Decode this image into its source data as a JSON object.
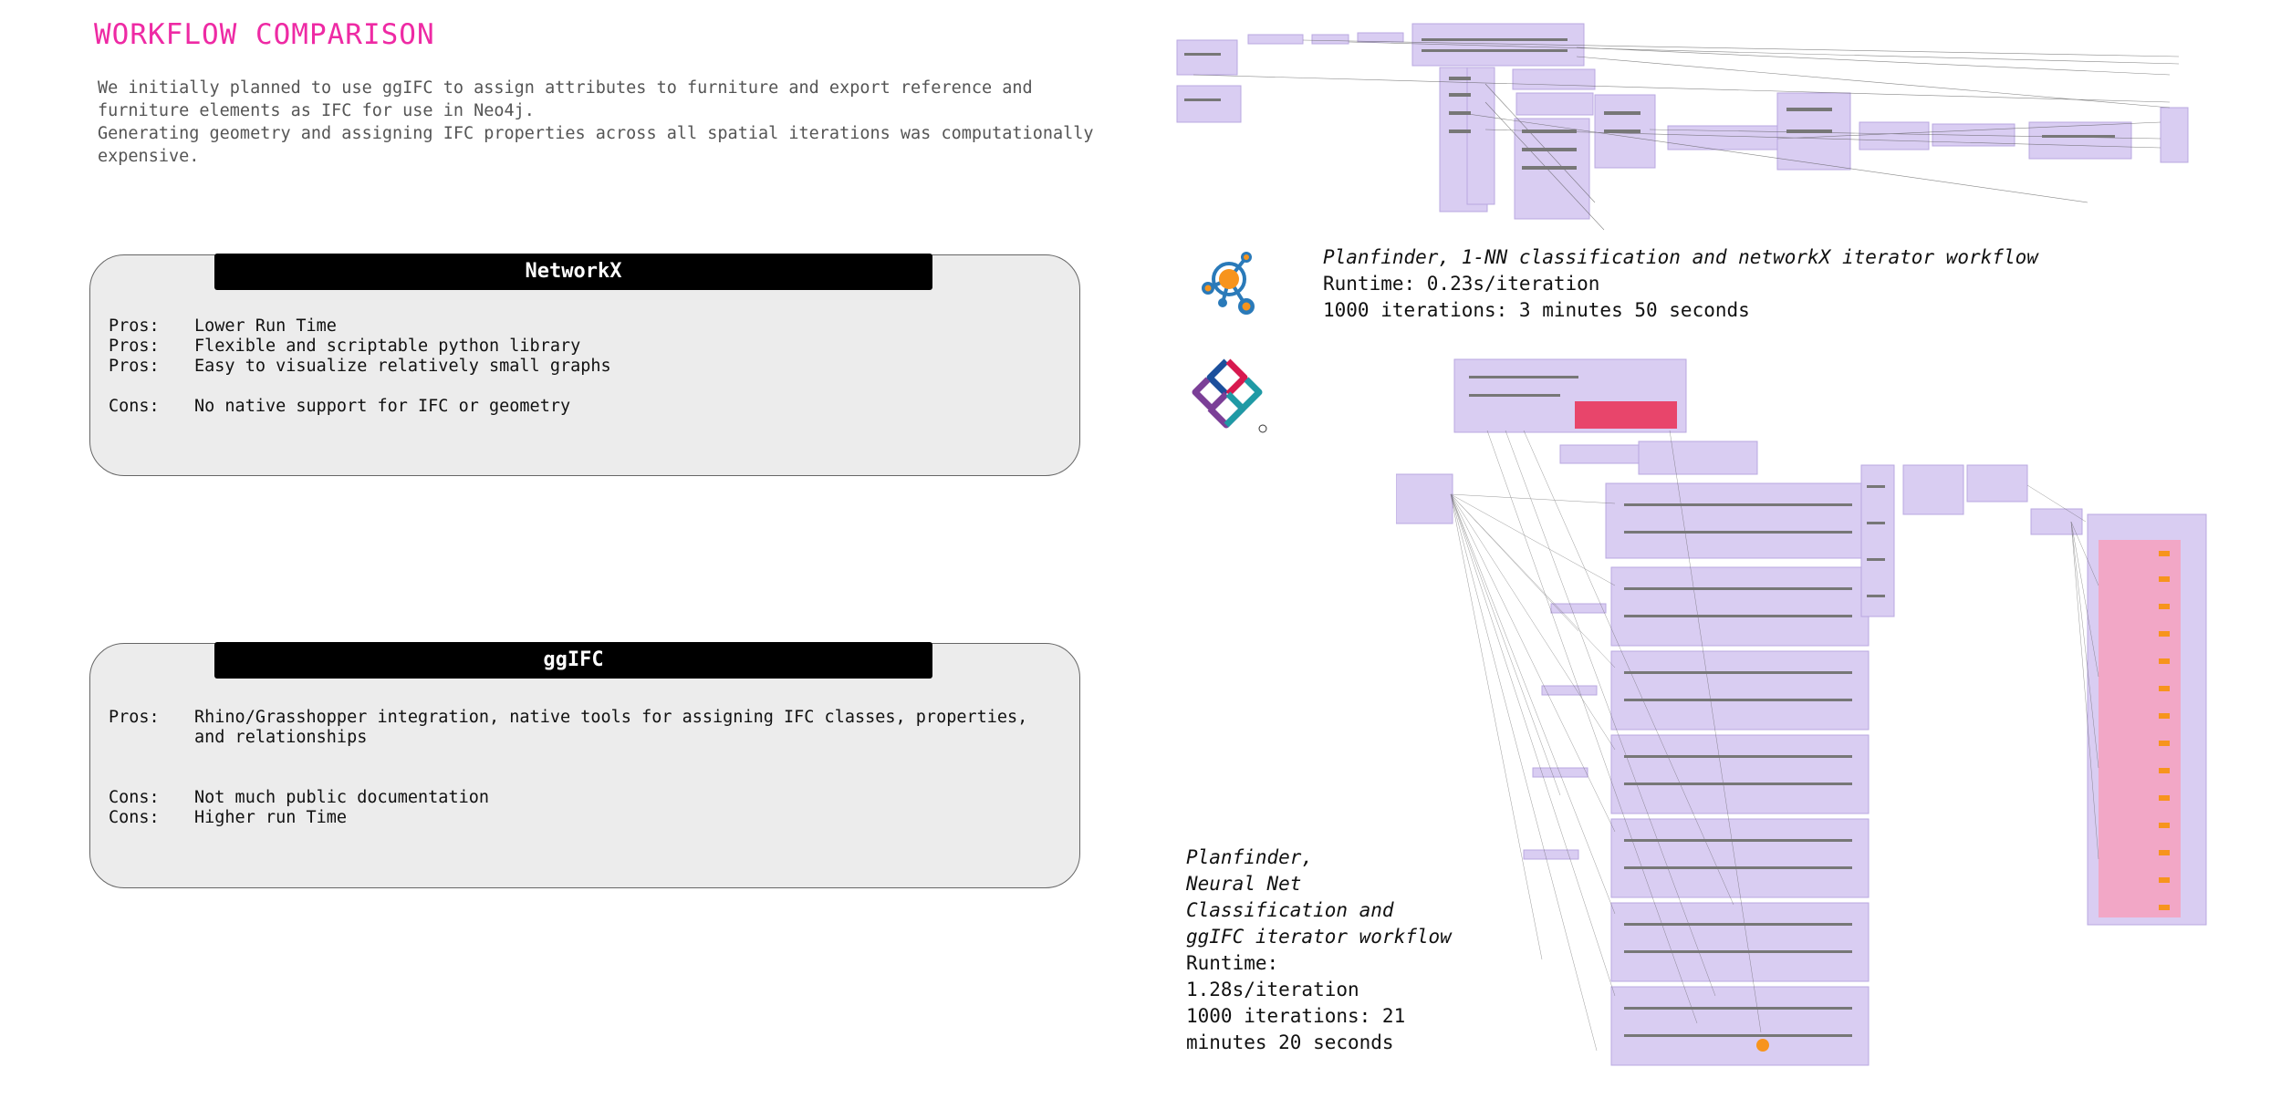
{
  "title": "WORKFLOW COMPARISON",
  "intro": [
    "We initially planned to use ggIFC to assign attributes to furniture and export reference and furniture elements as IFC for use in Neo4j.",
    "Generating geometry and assigning IFC properties across all spatial iterations was computationally expensive."
  ],
  "networkx": {
    "header": "NetworkX",
    "pros": [
      {
        "label": "Pros:",
        "text": "Lower Run Time"
      },
      {
        "label": "Pros:",
        "text": "Flexible and scriptable python library"
      },
      {
        "label": "Pros:",
        "text": "Easy to visualize relatively small graphs"
      }
    ],
    "cons": [
      {
        "label": "Cons:",
        "text": "No native support for IFC or geometry"
      }
    ]
  },
  "ggifc": {
    "header": "ggIFC",
    "pros": [
      {
        "label": "Pros:",
        "text": "Rhino/Grasshopper integration, native tools for assigning IFC classes, properties, and relationships"
      }
    ],
    "cons": [
      {
        "label": "Cons:",
        "text": "Not much public documentation"
      },
      {
        "label": "Cons:",
        "text": "Higher run Time"
      }
    ]
  },
  "caption_networkx": {
    "title": "Planfinder, 1-NN classification and networkX iterator workflow",
    "runtime": "Runtime: 0.23s/iteration",
    "iterations": "1000 iterations: 3 minutes 50 seconds"
  },
  "caption_ggifc": {
    "title_lines": [
      "Planfinder,",
      "Neural Net",
      "Classification and",
      "ggIFC iterator workflow"
    ],
    "runtime_lines": [
      "Runtime:",
      "1.28s/iteration"
    ],
    "iterations_lines": [
      "1000 iterations: 21",
      "minutes 20 seconds"
    ]
  },
  "colors": {
    "accent": "#ee2aa4",
    "node_group": "#d9cdf2",
    "networkx_orange": "#f7941d",
    "networkx_blue": "#2a7ab9"
  },
  "icons": [
    "networkx-logo-icon",
    "ifc-logo-icon"
  ]
}
